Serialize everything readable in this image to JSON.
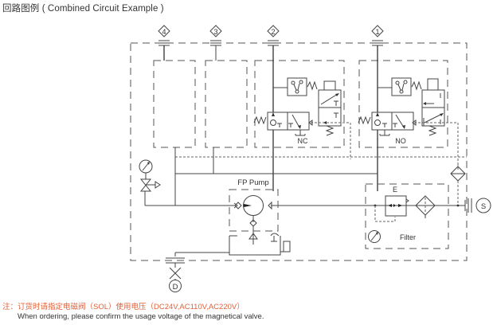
{
  "header": {
    "title": "回路图例 ( Combined Circuit Example )"
  },
  "diagram": {
    "ports": [
      "4",
      "3",
      "2",
      "1"
    ],
    "valve_labels": {
      "nc": "NC",
      "no": "NO"
    },
    "pump_label": "FP Pump",
    "filter_label": "Filter",
    "filter_element_label": "E",
    "supply_label": "S",
    "drain_label": "D"
  },
  "footer": {
    "note_cn": "注：订货时请指定电磁阀（SOL）使用电压（DC24V,AC110V,AC220V）",
    "note_en": "When ordering, please confirm the usage voltage of the magnetical valve."
  }
}
